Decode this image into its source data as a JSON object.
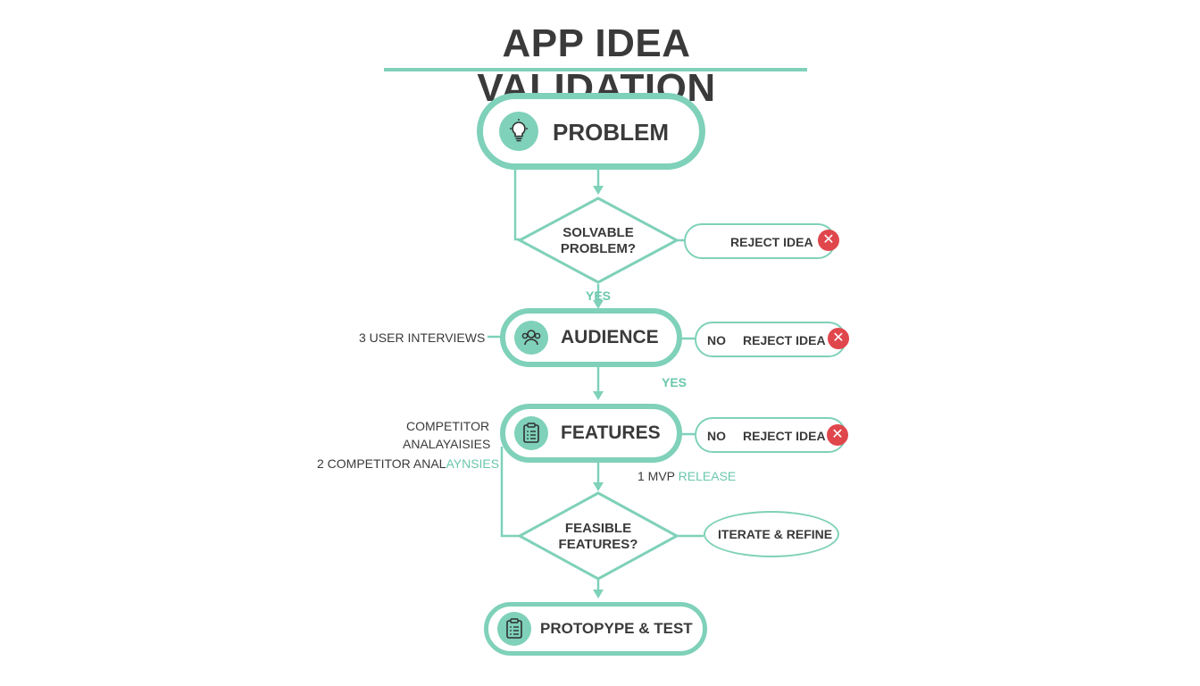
{
  "title": "APP IDEA VALIDATION",
  "colors": {
    "accent": "#7fd1b9",
    "text": "#3a3a3a",
    "reject": "#e0474c"
  },
  "nodes": {
    "problem": {
      "label": "PROBLEM",
      "icon": "lightbulb-icon"
    },
    "solvable": {
      "line1": "SOLVABLE",
      "line2": "PROBLEM?"
    },
    "audience": {
      "label": "AUDIENCE",
      "icon": "users-icon"
    },
    "features": {
      "label": "FEATURES",
      "icon": "clipboard-icon"
    },
    "feasible": {
      "line1": "FEASIBLE",
      "line2": "FEATURES?"
    },
    "prototype": {
      "label": "PROTOPYPE & TEST",
      "icon": "clipboard-icon"
    }
  },
  "outcomes": {
    "reject1": {
      "label": "REJECT IDEA",
      "icon": "close-icon"
    },
    "reject2": {
      "no": "NO",
      "label": "REJECT IDEA",
      "icon": "close-icon"
    },
    "reject3": {
      "no": "NO",
      "label": "REJECT IDEA",
      "icon": "close-icon"
    },
    "iterate": {
      "label": "ITERATE & REFINE"
    }
  },
  "edge_labels": {
    "yes1": "YES",
    "yes2": "YES"
  },
  "notes": {
    "interviews": "3 USER INTERVIEWS",
    "competitor_line1": "COMPETITOR",
    "competitor_line2": "ANALAYAISIES",
    "competitor2_a": "2 COMPETITOR ANAL",
    "competitor2_b": "AYNSIES",
    "mvp_a": "1 MVP ",
    "mvp_b": "RELEASE"
  }
}
